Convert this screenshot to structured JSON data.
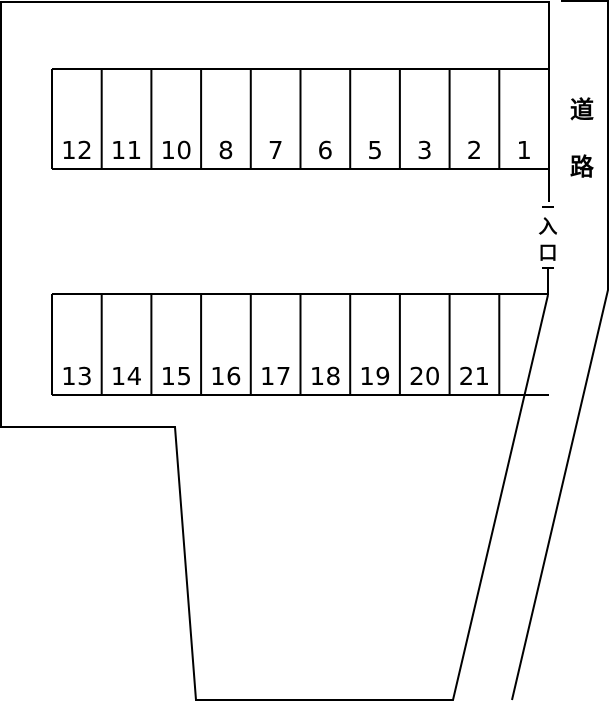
{
  "top_row_stalls": [
    "12",
    "11",
    "10",
    "8",
    "7",
    "6",
    "5",
    "3",
    "2",
    "1"
  ],
  "bottom_row_stalls": [
    "13",
    "14",
    "15",
    "16",
    "17",
    "18",
    "19",
    "20",
    "21",
    ""
  ],
  "road_label": [
    "道",
    "路"
  ],
  "entrance_label": [
    "入",
    "口"
  ]
}
